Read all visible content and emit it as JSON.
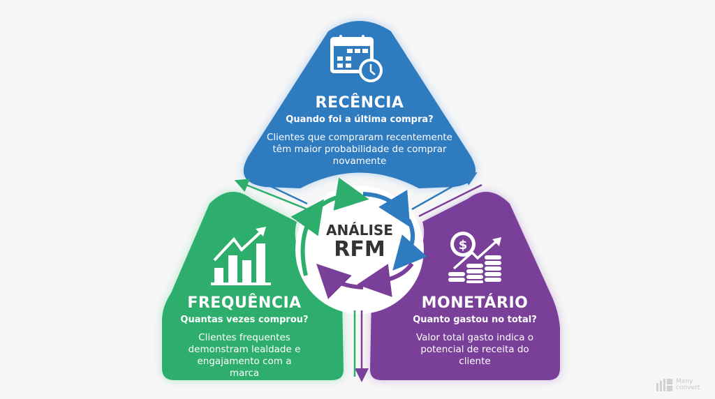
{
  "center": {
    "line1": "ANÁLISE",
    "line2": "RFM"
  },
  "recencia": {
    "title": "RECÊNCIA",
    "question": "Quando foi a última compra?",
    "description": "Clientes que compraram recentemente têm maior probabilidade de comprar novamente",
    "icon": "calendar-clock-icon",
    "color": "#2f7bc0"
  },
  "frequencia": {
    "title": "FREQUÊNCIA",
    "question": "Quantas vezes comprou?",
    "description": "Clientes frequentes demonstram lealdade e engajamento com a marca",
    "icon": "bar-chart-growth-icon",
    "color": "#2eae6c"
  },
  "monetario": {
    "title": "MONETÁRIO",
    "question": "Quanto gastou no total?",
    "description": "Valor total gasto indica o potencial de receita do cliente",
    "icon": "money-coins-growth-icon",
    "color": "#7a3f98"
  },
  "watermark": {
    "line1": "Many",
    "line2": "convert"
  }
}
